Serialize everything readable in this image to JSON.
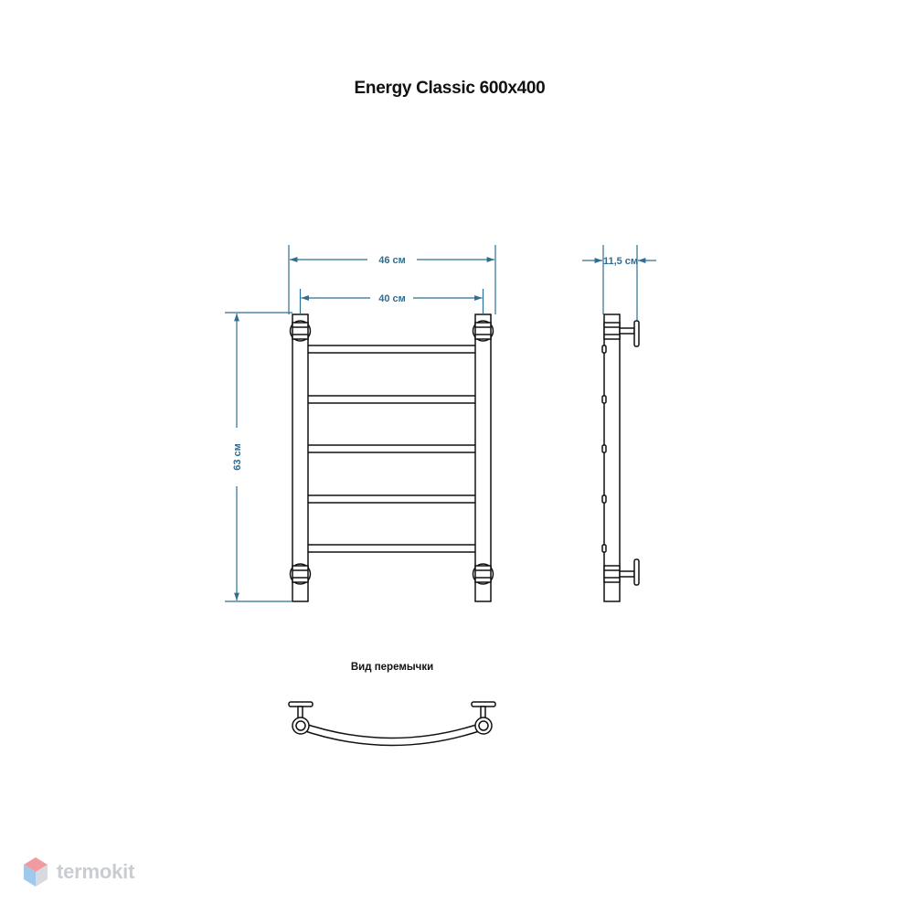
{
  "title": "Energy Classic 600x400",
  "dimensions": {
    "overall_width": "46 см",
    "inner_width": "40 см",
    "height": "63 см",
    "depth": "11,5 см"
  },
  "jumper_view_label": "Вид перемычки",
  "logo": {
    "text": "termokit",
    "icon": "cube-icon",
    "colors": [
      "#f19aa0",
      "#9ec9ec",
      "#d7dbe0"
    ]
  },
  "colors": {
    "dimension": "#2f6d92",
    "outline": "#111111"
  }
}
